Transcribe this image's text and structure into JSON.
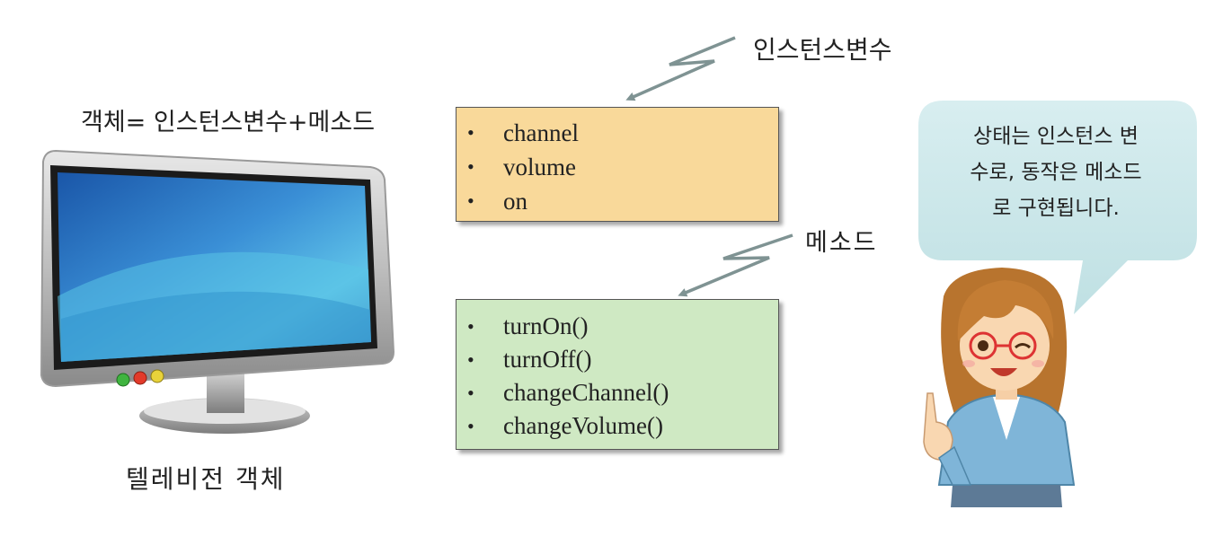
{
  "formula": "객체= 인스턴스변수+메소드",
  "tv_caption": "텔레비전 객체",
  "instance_variables": {
    "label": "인스턴스변수",
    "items": [
      "channel",
      "volume",
      "on"
    ]
  },
  "methods": {
    "label": "메소드",
    "items": [
      "turnOn()",
      "turnOff()",
      "changeChannel()",
      "changeVolume()"
    ]
  },
  "speech_bubble": {
    "lines": [
      "상태는 인스턴스 변",
      "수로, 동작은 메소드",
      "로 구현됩니다."
    ]
  },
  "colors": {
    "variable_box": "#f9d99a",
    "method_box": "#cfe9c3",
    "bubble": "#c8e6e8",
    "arrow": "#7f9393"
  }
}
